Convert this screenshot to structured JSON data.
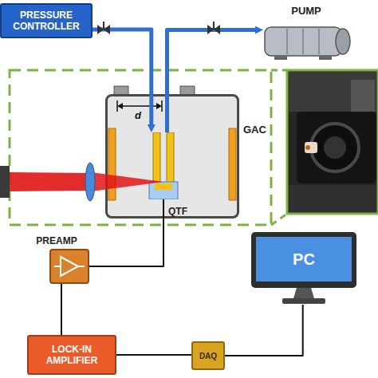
{
  "diagram": {
    "nodes": [
      {
        "text": [
          "PRESSURE CONTROLLER"
        ]
      },
      {
        "text": [
          "PUMP"
        ]
      },
      {
        "text": [
          "GAC"
        ]
      },
      {
        "text": [
          "QTF"
        ],
        "in": 2
      },
      {
        "text": [
          "PREAMP"
        ]
      },
      {
        "text": [
          "LOCK-IN AMPLIFIER"
        ]
      },
      {
        "text": [
          "DAQ"
        ]
      },
      {
        "text": [
          "PC"
        ]
      }
    ],
    "edges": [
      {
        "from": 0,
        "to": 2,
        "arrow": "to"
      },
      {
        "from": 2,
        "to": 1,
        "arrow": "to"
      },
      {
        "from": 3,
        "to": 4,
        "arrow": "none"
      },
      {
        "from": 4,
        "to": 5,
        "arrow": "none"
      },
      {
        "from": 5,
        "to": 6,
        "arrow": "none"
      },
      {
        "from": 6,
        "to": 7,
        "arrow": "none"
      }
    ],
    "labels": [
      "d"
    ]
  }
}
